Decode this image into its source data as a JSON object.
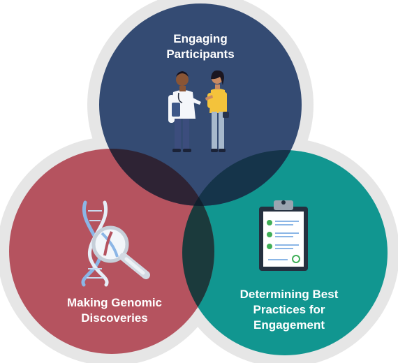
{
  "circles": {
    "top": {
      "label_lines": [
        "Engaging",
        "Participants"
      ],
      "color": "#344b73"
    },
    "left": {
      "label_lines": [
        "Making Genomic",
        "Discoveries"
      ],
      "color": "#b5535f"
    },
    "right": {
      "label_lines": [
        "Determining Best",
        "Practices for",
        "Engagement"
      ],
      "color": "#119690"
    }
  },
  "colors": {
    "ring": "#e6e6e6",
    "top_left_overlap": "#2e2334",
    "top_right_overlap": "#15344a",
    "left_right_overlap": "#1b3a3c",
    "center_overlap": "#101f2d"
  },
  "icons": {
    "top": "doctor-and-patient-icon",
    "left": "dna-magnifier-icon",
    "right": "clipboard-checklist-icon"
  }
}
